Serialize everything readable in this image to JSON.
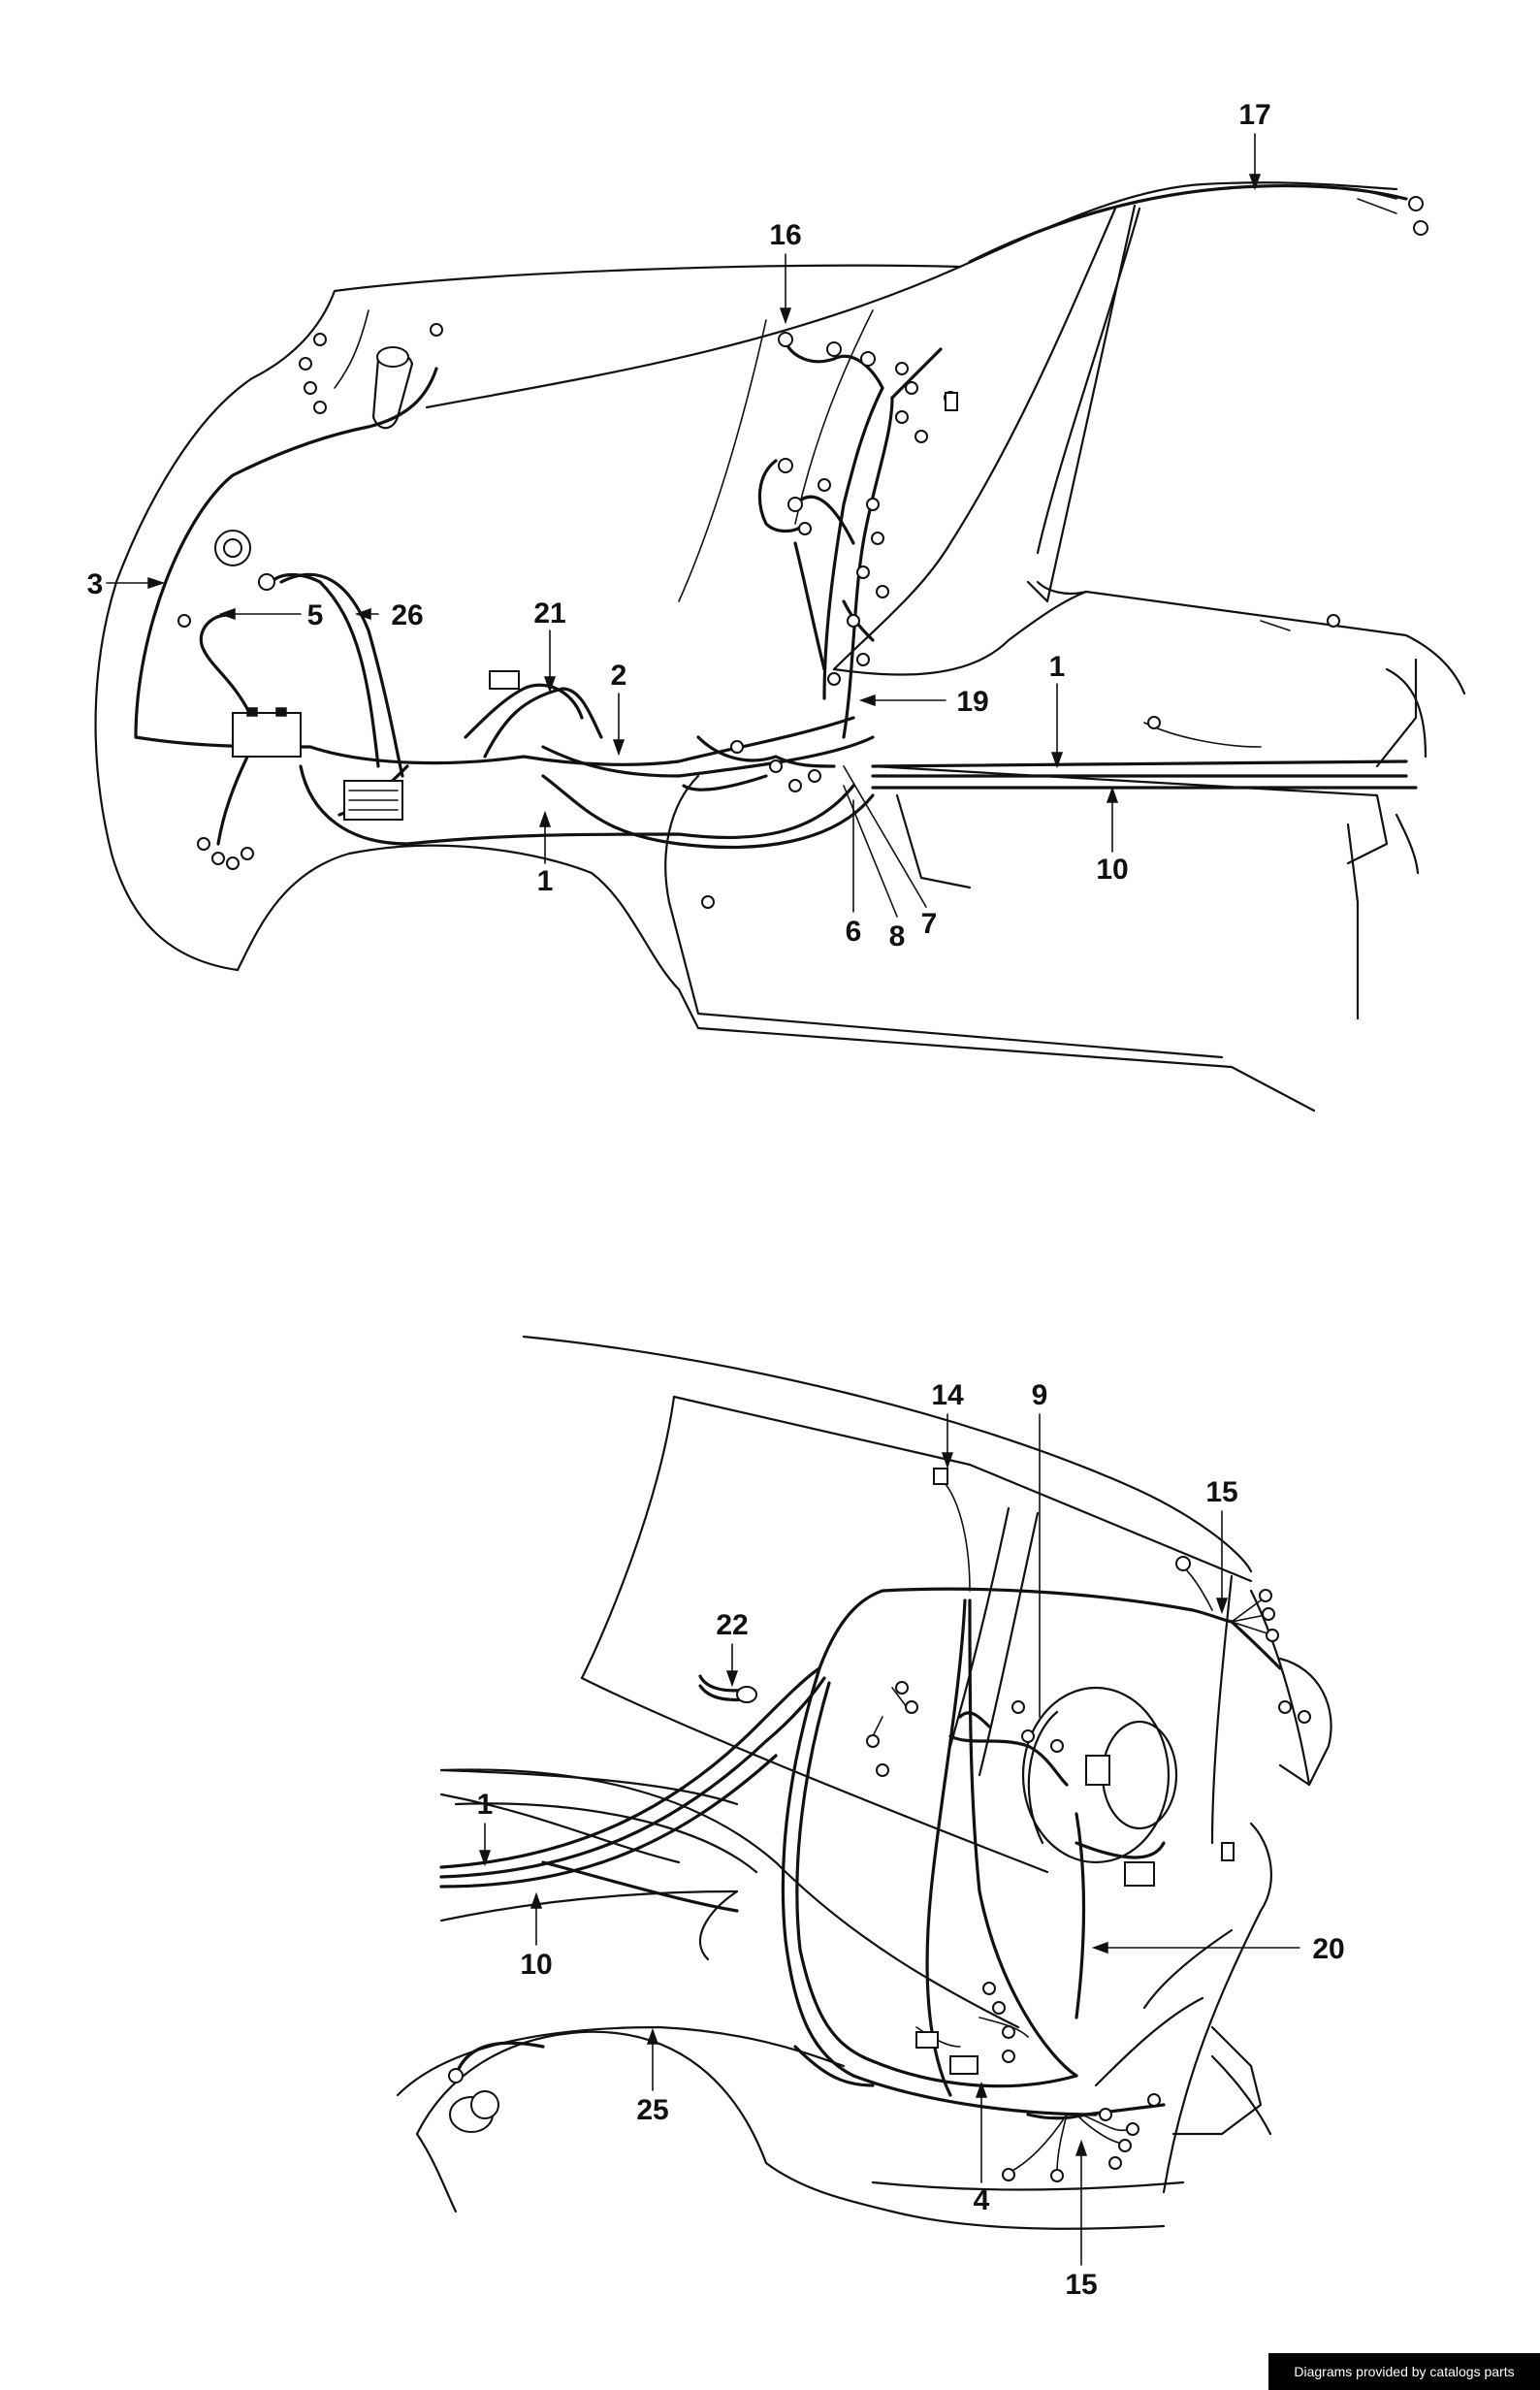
{
  "top_view": {
    "callouts": [
      {
        "id": "cl-top-17",
        "label": "17"
      },
      {
        "id": "cl-top-16",
        "label": "16"
      },
      {
        "id": "cl-top-3",
        "label": "3"
      },
      {
        "id": "cl-top-5",
        "label": "5"
      },
      {
        "id": "cl-top-26",
        "label": "26"
      },
      {
        "id": "cl-top-21",
        "label": "21"
      },
      {
        "id": "cl-top-2",
        "label": "2"
      },
      {
        "id": "cl-top-1a",
        "label": "1"
      },
      {
        "id": "cl-top-19",
        "label": "19"
      },
      {
        "id": "cl-top-1b",
        "label": "1"
      },
      {
        "id": "cl-top-10",
        "label": "10"
      },
      {
        "id": "cl-top-6",
        "label": "6"
      },
      {
        "id": "cl-top-8",
        "label": "8"
      },
      {
        "id": "cl-top-7",
        "label": "7"
      }
    ]
  },
  "bottom_view": {
    "callouts": [
      {
        "id": "cl-bot-14",
        "label": "14"
      },
      {
        "id": "cl-bot-9",
        "label": "9"
      },
      {
        "id": "cl-bot-15a",
        "label": "15"
      },
      {
        "id": "cl-bot-22",
        "label": "22"
      },
      {
        "id": "cl-bot-1",
        "label": "1"
      },
      {
        "id": "cl-bot-10",
        "label": "10"
      },
      {
        "id": "cl-bot-20",
        "label": "20"
      },
      {
        "id": "cl-bot-25",
        "label": "25"
      },
      {
        "id": "cl-bot-4",
        "label": "4"
      },
      {
        "id": "cl-bot-15b",
        "label": "15"
      }
    ]
  },
  "footer": {
    "credit": "Diagrams provided by catalogs parts"
  }
}
